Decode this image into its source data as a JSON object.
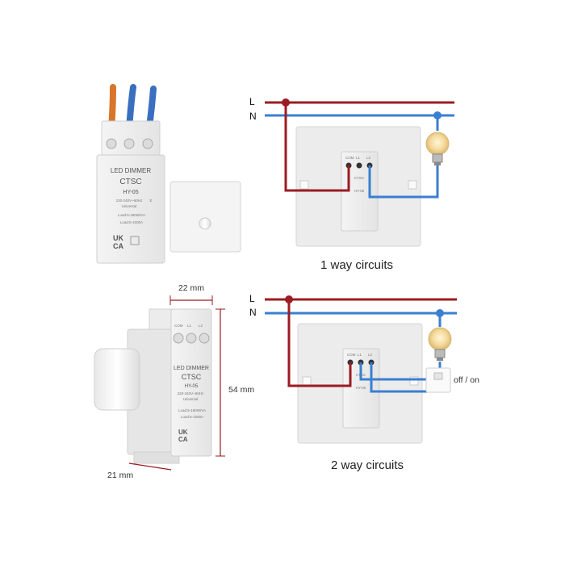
{
  "module": {
    "title": "LED DIMMER",
    "brand": "CTSC",
    "model": "HY-05",
    "rating": "220-240V~50Hz",
    "rating_mark": "E",
    "universal": "Universal",
    "load1": "Load:5-180W/VA",
    "load2": "Load:5-1000A",
    "cert": "UKCA",
    "terminals": [
      "COM",
      "L1",
      "L2"
    ]
  },
  "dimensions": {
    "width": "22 mm",
    "height": "54 mm",
    "depth": "21 mm"
  },
  "circuit1": {
    "caption": "1 way circuits",
    "live": "L",
    "neutral": "N"
  },
  "circuit2": {
    "caption": "2 way circuits",
    "live": "L",
    "neutral": "N",
    "switch_label": "off / on"
  },
  "colors": {
    "live_wire": "#9b1c22",
    "neutral_wire": "#3a7fd0",
    "brown_wire": "#d9752a",
    "plate": "#ececec"
  }
}
